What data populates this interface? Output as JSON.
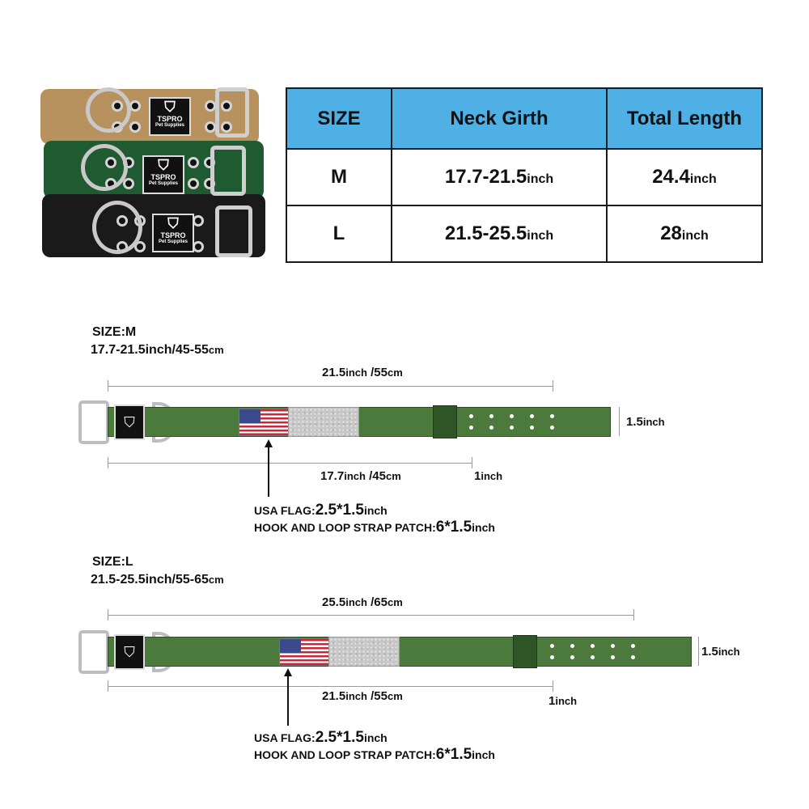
{
  "product": {
    "tag_brand": "TSPRO",
    "tag_sub": "Pet Supplies"
  },
  "size_table": {
    "headers": [
      "SIZE",
      "Neck Girth",
      "Total Length"
    ],
    "rows": [
      {
        "size": "M",
        "girth": "17.7-21.5",
        "girth_unit": "inch",
        "length": "24.4",
        "length_unit": "inch"
      },
      {
        "size": "L",
        "girth": "21.5-25.5",
        "girth_unit": "inch",
        "length": "28",
        "length_unit": "inch"
      }
    ],
    "header_color": "#4fb0e6"
  },
  "diagram_m": {
    "size_title": "SIZE:M",
    "range": "17.7-21.5inch",
    "range_metric": "/45-55",
    "range_metric_unit": "cm",
    "top_dim": "21.5",
    "top_dim_unit": "inch",
    "top_dim_metric": " /55",
    "top_dim_metric_unit": "cm",
    "bottom_dim": "17.7",
    "bottom_dim_unit": "inch",
    "bottom_dim_metric": " /45",
    "bottom_dim_metric_unit": "cm",
    "gap_dim": "1",
    "gap_dim_unit": "inch",
    "width_dim": "1.5",
    "width_dim_unit": "inch",
    "flag_label": "USA FLAG:",
    "flag_size": "2.5*1.5",
    "flag_unit": "inch",
    "patch_label": "HOOK AND LOOP STRAP PATCH:",
    "patch_size": "6*1.5",
    "patch_unit": "inch"
  },
  "diagram_l": {
    "size_title": "SIZE:L",
    "range": "21.5-25.5inch",
    "range_metric": "/55-65",
    "range_metric_unit": "cm",
    "top_dim": "25.5",
    "top_dim_unit": "inch",
    "top_dim_metric": " /65",
    "top_dim_metric_unit": "cm",
    "bottom_dim": "21.5",
    "bottom_dim_unit": "inch",
    "bottom_dim_metric": " /55",
    "bottom_dim_metric_unit": "cm",
    "gap_dim": "1",
    "gap_dim_unit": "inch",
    "width_dim": "1.5",
    "width_dim_unit": "inch",
    "flag_label": "USA FLAG:",
    "flag_size": "2.5*1.5",
    "flag_unit": "inch",
    "patch_label": "HOOK AND LOOP STRAP PATCH:",
    "patch_size": "6*1.5",
    "patch_unit": "inch"
  },
  "colors": {
    "strap_green": "#4c7a3c",
    "collar_tan": "#b8925e",
    "collar_green": "#1f5a30",
    "collar_black": "#1a1a1a"
  }
}
